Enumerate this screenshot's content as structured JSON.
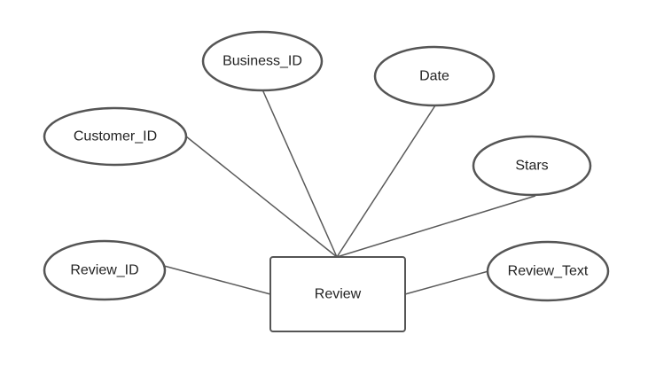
{
  "entity": {
    "name": "Review"
  },
  "attributes": [
    {
      "name": "Business_ID"
    },
    {
      "name": "Date"
    },
    {
      "name": "Customer_ID"
    },
    {
      "name": "Stars"
    },
    {
      "name": "Review_ID"
    },
    {
      "name": "Review_Text"
    }
  ],
  "colors": {
    "outline": "#555555",
    "connector": "#5a5a5a",
    "text": "#222222",
    "background": "#ffffff"
  }
}
